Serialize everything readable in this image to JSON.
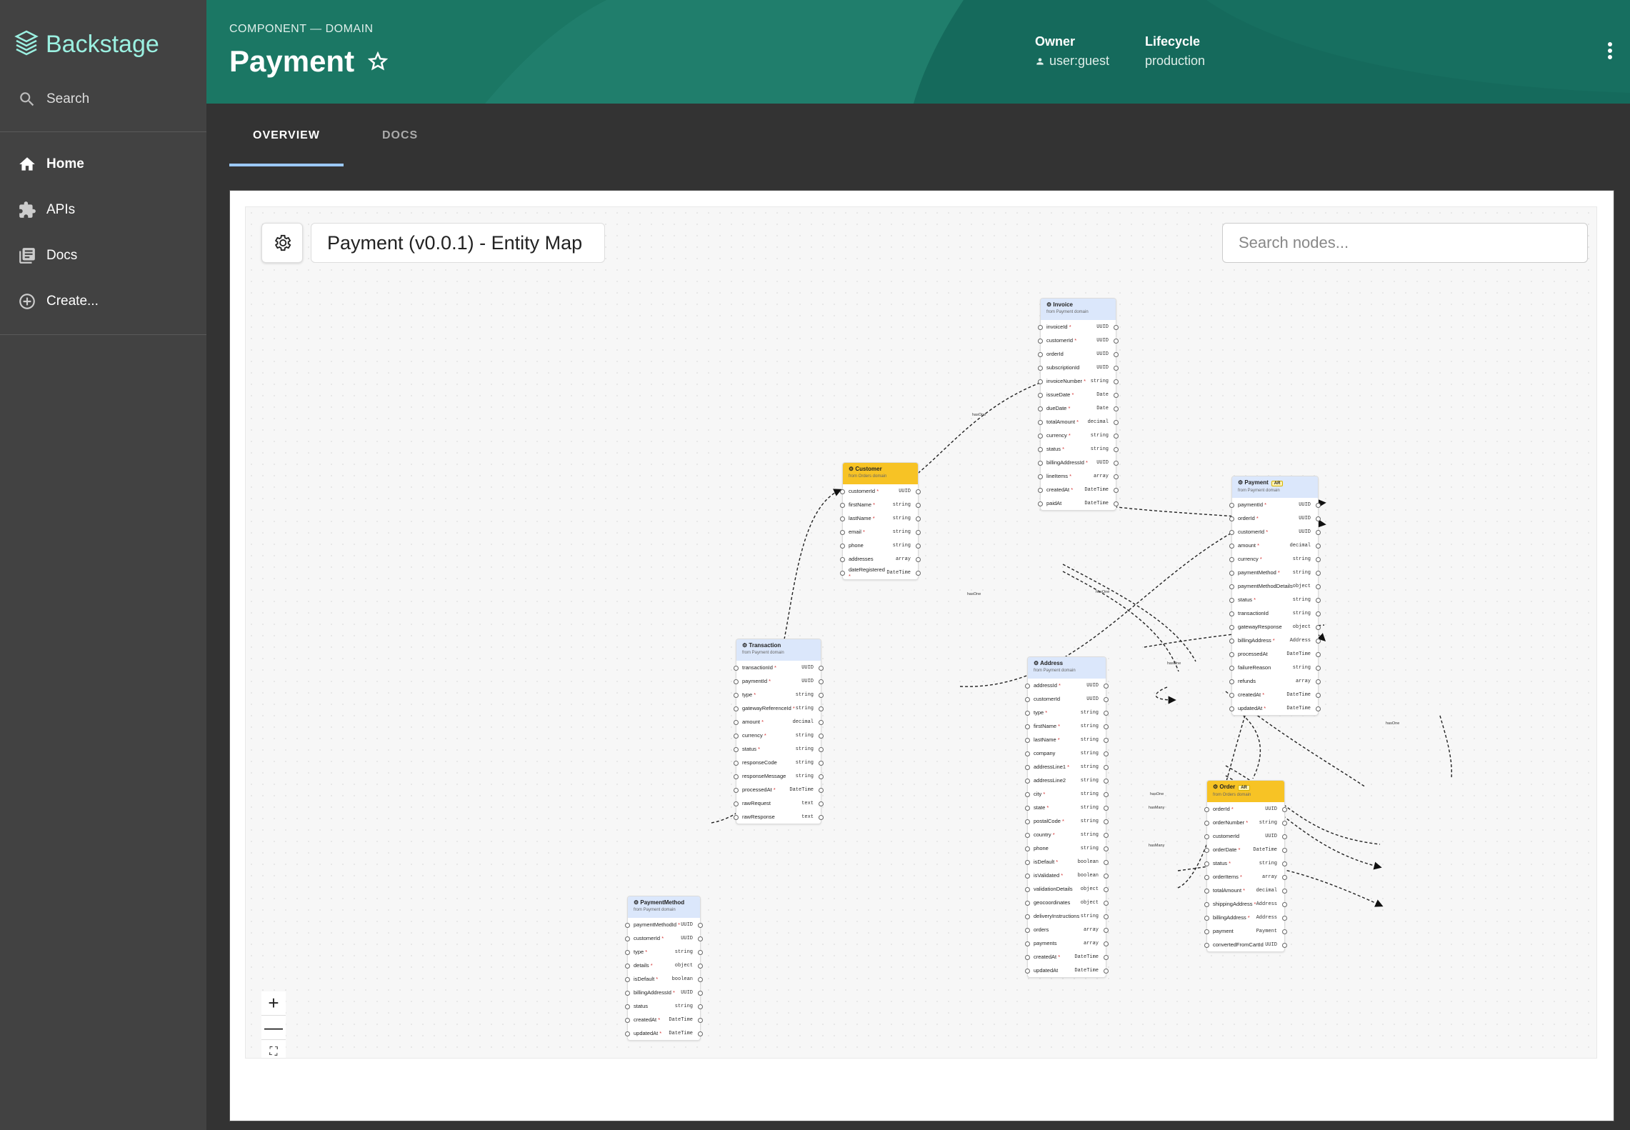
{
  "sidebar": {
    "brand": "Backstage",
    "search_label": "Search",
    "items": [
      {
        "label": "Home",
        "icon": "home-icon"
      },
      {
        "label": "APIs",
        "icon": "puzzle-icon"
      },
      {
        "label": "Docs",
        "icon": "docs-icon"
      },
      {
        "label": "Create...",
        "icon": "add-circle-icon"
      }
    ]
  },
  "header": {
    "kind": "COMPONENT — DOMAIN",
    "title": "Payment",
    "owner_label": "Owner",
    "owner_value": "user:guest",
    "lifecycle_label": "Lifecycle",
    "lifecycle_value": "production"
  },
  "tabs": [
    {
      "label": "OVERVIEW",
      "active": true
    },
    {
      "label": "DOCS",
      "active": false
    }
  ],
  "map": {
    "title": "Payment (v0.0.1) - Entity Map",
    "search_placeholder": "Search nodes...",
    "zoom_in": "+",
    "zoom_out": "—",
    "fit": "⛶",
    "edge_labels": [
      "hasOne",
      "hasOne",
      "hasOne",
      "hasOne",
      "hasOne",
      "hasOne",
      "hasMany",
      "hasMany"
    ],
    "nodes": [
      {
        "name": "Invoice",
        "domain": "from Payment domain",
        "color": "blue",
        "fields": [
          [
            "invoiceId",
            true,
            "UUID"
          ],
          [
            "customerId",
            true,
            "UUID"
          ],
          [
            "orderId",
            false,
            "UUID"
          ],
          [
            "subscriptionId",
            false,
            "UUID"
          ],
          [
            "invoiceNumber",
            true,
            "string"
          ],
          [
            "issueDate",
            true,
            "Date"
          ],
          [
            "dueDate",
            true,
            "Date"
          ],
          [
            "totalAmount",
            true,
            "decimal"
          ],
          [
            "currency",
            true,
            "string"
          ],
          [
            "status",
            true,
            "string"
          ],
          [
            "billingAddressId",
            true,
            "UUID"
          ],
          [
            "lineItems",
            true,
            "array"
          ],
          [
            "createdAt",
            true,
            "DateTime"
          ],
          [
            "paidAt",
            false,
            "DateTime"
          ]
        ]
      },
      {
        "name": "Customer",
        "domain": "from Orders domain",
        "color": "yellow",
        "fields": [
          [
            "customerId",
            true,
            "UUID"
          ],
          [
            "firstName",
            true,
            "string"
          ],
          [
            "lastName",
            true,
            "string"
          ],
          [
            "email",
            true,
            "string"
          ],
          [
            "phone",
            false,
            "string"
          ],
          [
            "addresses",
            false,
            "array"
          ],
          [
            "dateRegistered",
            true,
            "DateTime"
          ]
        ]
      },
      {
        "name": "Payment",
        "domain": "from Payment domain",
        "color": "blue",
        "badge": "AR",
        "fields": [
          [
            "paymentId",
            true,
            "UUID"
          ],
          [
            "orderId",
            true,
            "UUID"
          ],
          [
            "customerId",
            true,
            "UUID"
          ],
          [
            "amount",
            true,
            "decimal"
          ],
          [
            "currency",
            true,
            "string"
          ],
          [
            "paymentMethod",
            true,
            "string"
          ],
          [
            "paymentMethodDetails",
            false,
            "object"
          ],
          [
            "status",
            true,
            "string"
          ],
          [
            "transactionId",
            false,
            "string"
          ],
          [
            "gatewayResponse",
            false,
            "object"
          ],
          [
            "billingAddress",
            true,
            "Address"
          ],
          [
            "processedAt",
            false,
            "DateTime"
          ],
          [
            "failureReason",
            false,
            "string"
          ],
          [
            "refunds",
            false,
            "array"
          ],
          [
            "createdAt",
            true,
            "DateTime"
          ],
          [
            "updatedAt",
            true,
            "DateTime"
          ]
        ]
      },
      {
        "name": "Transaction",
        "domain": "from Payment domain",
        "color": "blue",
        "fields": [
          [
            "transactionId",
            true,
            "UUID"
          ],
          [
            "paymentId",
            true,
            "UUID"
          ],
          [
            "type",
            true,
            "string"
          ],
          [
            "gatewayReferenceId",
            true,
            "string"
          ],
          [
            "amount",
            true,
            "decimal"
          ],
          [
            "currency",
            true,
            "string"
          ],
          [
            "status",
            true,
            "string"
          ],
          [
            "responseCode",
            false,
            "string"
          ],
          [
            "responseMessage",
            false,
            "string"
          ],
          [
            "processedAt",
            true,
            "DateTime"
          ],
          [
            "rawRequest",
            false,
            "text"
          ],
          [
            "rawResponse",
            false,
            "text"
          ]
        ]
      },
      {
        "name": "Address",
        "domain": "from Payment domain",
        "color": "blue",
        "fields": [
          [
            "addressId",
            true,
            "UUID"
          ],
          [
            "customerId",
            false,
            "UUID"
          ],
          [
            "type",
            true,
            "string"
          ],
          [
            "firstName",
            true,
            "string"
          ],
          [
            "lastName",
            true,
            "string"
          ],
          [
            "company",
            false,
            "string"
          ],
          [
            "addressLine1",
            true,
            "string"
          ],
          [
            "addressLine2",
            false,
            "string"
          ],
          [
            "city",
            true,
            "string"
          ],
          [
            "state",
            true,
            "string"
          ],
          [
            "postalCode",
            true,
            "string"
          ],
          [
            "country",
            true,
            "string"
          ],
          [
            "phone",
            false,
            "string"
          ],
          [
            "isDefault",
            true,
            "boolean"
          ],
          [
            "isValidated",
            true,
            "boolean"
          ],
          [
            "validationDetails",
            false,
            "object"
          ],
          [
            "geocoordinates",
            false,
            "object"
          ],
          [
            "deliveryInstructions",
            false,
            "string"
          ],
          [
            "orders",
            false,
            "array"
          ],
          [
            "payments",
            false,
            "array"
          ],
          [
            "createdAt",
            true,
            "DateTime"
          ],
          [
            "updatedAt",
            false,
            "DateTime"
          ]
        ]
      },
      {
        "name": "Order",
        "domain": "from Orders domain",
        "color": "yellow",
        "badge": "AR",
        "fields": [
          [
            "orderId",
            true,
            "UUID"
          ],
          [
            "orderNumber",
            true,
            "string"
          ],
          [
            "customerId",
            false,
            "UUID"
          ],
          [
            "orderDate",
            true,
            "DateTime"
          ],
          [
            "status",
            true,
            "string"
          ],
          [
            "orderItems",
            true,
            "array"
          ],
          [
            "totalAmount",
            true,
            "decimal"
          ],
          [
            "shippingAddress",
            true,
            "Address"
          ],
          [
            "billingAddress",
            true,
            "Address"
          ],
          [
            "payment",
            false,
            "Payment"
          ],
          [
            "convertedFromCartId",
            false,
            "UUID"
          ]
        ]
      },
      {
        "name": "PaymentMethod",
        "domain": "from Payment domain",
        "color": "blue",
        "fields": [
          [
            "paymentMethodId",
            true,
            "UUID"
          ],
          [
            "customerId",
            true,
            "UUID"
          ],
          [
            "type",
            true,
            "string"
          ],
          [
            "details",
            true,
            "object"
          ],
          [
            "isDefault",
            true,
            "boolean"
          ],
          [
            "billingAddressId",
            true,
            "UUID"
          ],
          [
            "status",
            false,
            "string"
          ],
          [
            "createdAt",
            true,
            "DateTime"
          ],
          [
            "updatedAt",
            true,
            "DateTime"
          ]
        ]
      }
    ]
  }
}
